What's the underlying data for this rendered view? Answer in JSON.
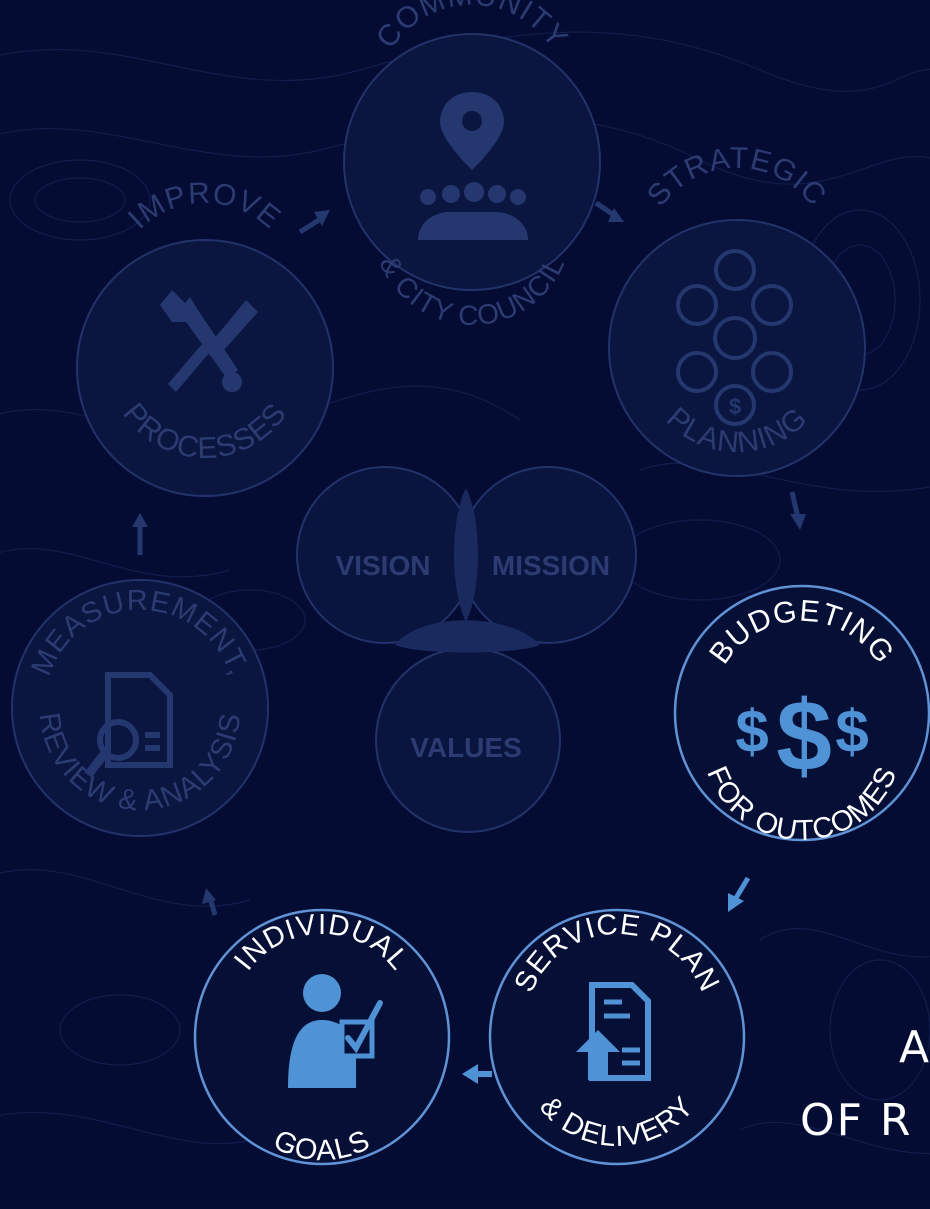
{
  "colors": {
    "background": "#050c33",
    "dim_ring": "#22336a",
    "dim_fill": "#0a1540",
    "dim_icon": "#25376f",
    "active_ring": "#5f93d6",
    "active_fill": "#061036",
    "active_icon": "#4f92d6",
    "text_active": "#ffffff"
  },
  "stages": {
    "community": {
      "top": "COMMUNITY",
      "bottom": "& CITY COUNCIL",
      "icon": "map-pin-people-icon"
    },
    "strategic": {
      "top": "STRATEGIC",
      "bottom": "PLANNING",
      "icon": "service-circles-icon"
    },
    "budgeting": {
      "top": "BUDGETING",
      "bottom": "FOR OUTCOMES",
      "icon": "dollar-signs-icon",
      "symbol_small": "$",
      "symbol_large": "$"
    },
    "service_plan": {
      "top": "SERVICE PLAN",
      "bottom": "& DELIVERY",
      "icon": "document-upload-icon"
    },
    "individual": {
      "top": "INDIVIDUAL",
      "bottom": "GOALS",
      "icon": "person-checklist-icon"
    },
    "measurement": {
      "top": "MEASUREMENT,",
      "bottom": "REVIEW & ANALYSIS",
      "icon": "document-magnifier-icon"
    },
    "improve": {
      "top": "IMPROVE",
      "bottom": "PROCESSES",
      "icon": "wrench-screwdriver-icon"
    }
  },
  "center": {
    "vision": "VISION",
    "mission": "MISSION",
    "values": "VALUES"
  },
  "side_text": {
    "line1": "A",
    "line2": "OF R"
  }
}
